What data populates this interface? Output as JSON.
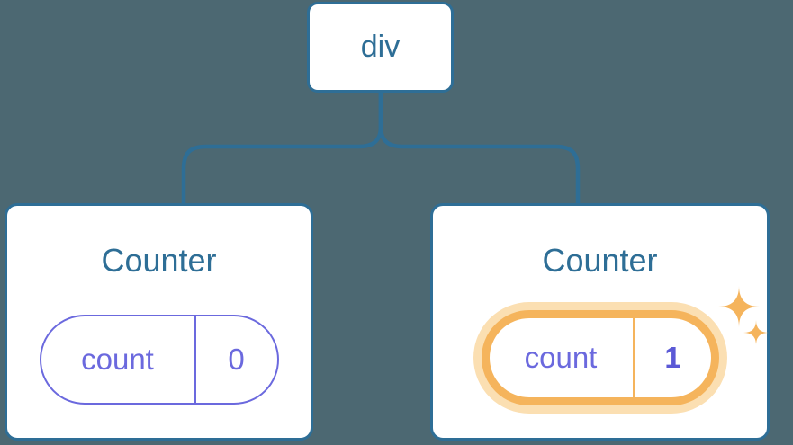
{
  "diagram": {
    "description": "Component tree: root div element with two Counter children, each holding count state",
    "background_color": "#4C6872",
    "colors": {
      "line_blue": "#2E6E96",
      "node_text_blue": "#2E6E96",
      "state_purple": "#6B69DE",
      "state_value_purple_bold": "#5B59D6",
      "highlight_orange": "#F5B45C",
      "highlight_orange_halo": "#FBDFB2",
      "card_background": "#FFFFFF"
    },
    "tree": {
      "root": {
        "label": "div"
      },
      "children": [
        {
          "title": "Counter",
          "state_key": "count",
          "state_value": "0",
          "highlighted": false
        },
        {
          "title": "Counter",
          "state_key": "count",
          "state_value": "1",
          "highlighted": true
        }
      ]
    },
    "icons": {
      "sparkles": "sparkles-icon (two four-pointed orange stars marking updated state)"
    }
  }
}
